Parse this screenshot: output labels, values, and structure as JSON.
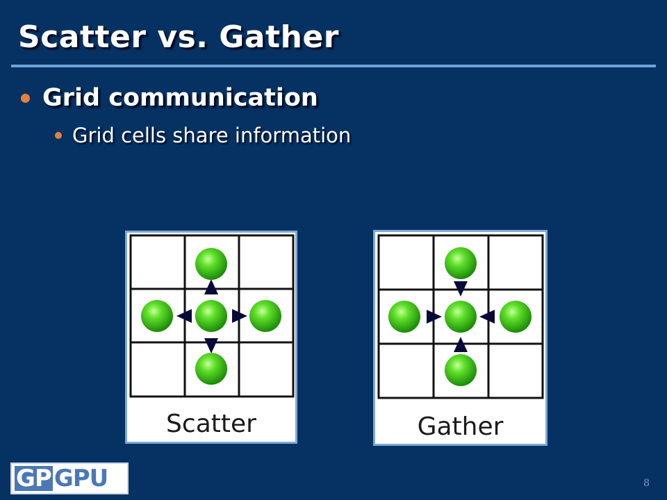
{
  "slide": {
    "title": "Scatter vs. Gather",
    "bullets": [
      {
        "level": 1,
        "text": "Grid communication"
      },
      {
        "level": 2,
        "text": "Grid cells share information"
      }
    ],
    "page_number": "8"
  },
  "diagrams": {
    "scatter": {
      "label": "Scatter",
      "arrow_direction": "outward"
    },
    "gather": {
      "label": "Gather",
      "arrow_direction": "inward"
    }
  },
  "logo": {
    "part1": "GP",
    "part2": "GPU"
  },
  "colors": {
    "background": "#063163",
    "bullet": "#e9803a",
    "rule": "#6fa3d6",
    "ball": "#3fbf1a",
    "arrow": "#0a0a3a"
  }
}
